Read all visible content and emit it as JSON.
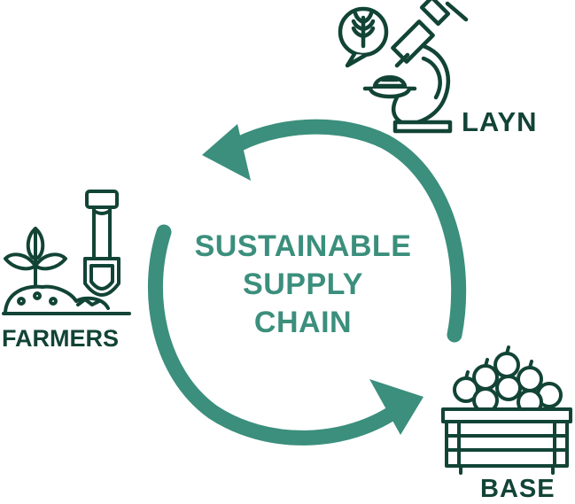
{
  "colors": {
    "accent": "#3b8f7c",
    "dark": "#124436",
    "background": "#ffffff"
  },
  "center": {
    "line1": "SUSTAINABLE",
    "line2": "SUPPLY",
    "line3": "CHAIN"
  },
  "nodes": {
    "layn": {
      "label": "LAYN",
      "icon": "microscope-with-grain-icon"
    },
    "farmers": {
      "label": "FARMERS",
      "icon": "sprout-and-shovel-icon"
    },
    "base": {
      "label": "BASE",
      "icon": "fruit-crate-icon"
    }
  },
  "cycle": {
    "direction": "counterclockwise",
    "arrows": 2
  }
}
